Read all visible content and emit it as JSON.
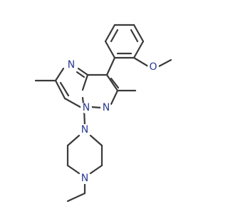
{
  "molecule": {
    "atoms": {
      "n_pyrimidine": "N",
      "n_bridge": "N",
      "n_pyrazole": "N",
      "o_methoxy": "O",
      "n_piperazine_top": "N",
      "n_piperazine_bottom": "N"
    },
    "colors": {
      "bond": "#3a3a3a",
      "heteroatom": "#2b3a8f",
      "background": "#ffffff"
    }
  }
}
